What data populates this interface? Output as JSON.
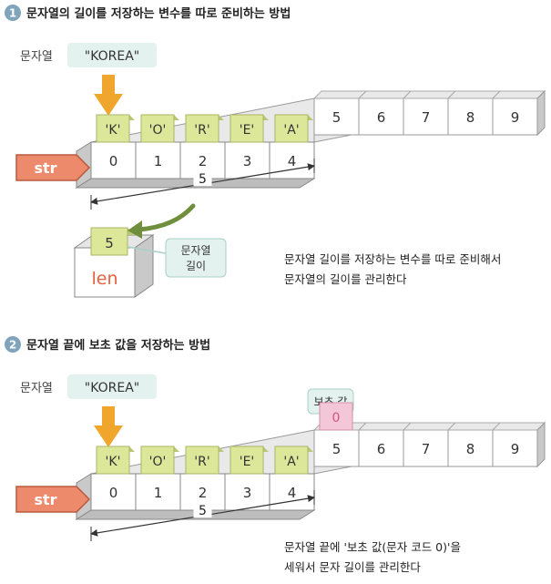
{
  "colors": {
    "step_circle": "#7fa4bb",
    "label_bubble": "#e4f2ef",
    "label_bubble_stroke": "#a9cfc7",
    "arrow_orange": "#f0a62c",
    "char_block": "#dde79a",
    "char_block_dark": "#b9c776",
    "terminator_block": "#f3c7d7",
    "cell_face": "#ffffff",
    "cell_top": "#e9e9e9",
    "cell_side": "#c9c9c9",
    "str_tag": "#ee8a6c",
    "str_tag_dark": "#b95a3d",
    "len_text": "#e8613f",
    "green_arrow": "#6f8f3e"
  },
  "section1": {
    "number": "1",
    "title": "문자열의 길이를 저장하는 변수를 따로 준비하는 방법",
    "string_label": "문자열",
    "string_value": "\"KOREA\"",
    "chars": [
      "'K'",
      "'O'",
      "'R'",
      "'E'",
      "'A'"
    ],
    "indexes": [
      "0",
      "1",
      "2",
      "3",
      "4"
    ],
    "back_numbers": [
      "5",
      "6",
      "7",
      "8",
      "9"
    ],
    "pointer_label": "str",
    "span_value": "5",
    "length_block": "5",
    "length_variable": "len",
    "callout_line1": "문자열",
    "callout_line2": "길이",
    "note_line1": "문자열 길이를 저장하는 변수를 따로 준비해서",
    "note_line2": "문자열의 길이를 관리한다"
  },
  "section2": {
    "number": "2",
    "title": "문자열 끝에 보초 값을 저장하는 방법",
    "string_label": "문자열",
    "string_value": "\"KOREA\"",
    "chars": [
      "'K'",
      "'O'",
      "'R'",
      "'E'",
      "'A'"
    ],
    "terminator": "0",
    "sentinel_label": "보초 값",
    "indexes": [
      "0",
      "1",
      "2",
      "3",
      "4",
      "5"
    ],
    "back_numbers": [
      "6",
      "7",
      "8",
      "9"
    ],
    "pointer_label": "str",
    "span_value": "5",
    "note_line1": "문자열 끝에 '보초 값(문자 코드 0)'을",
    "note_line2": "세워서 문자 길이를 관리한다"
  }
}
